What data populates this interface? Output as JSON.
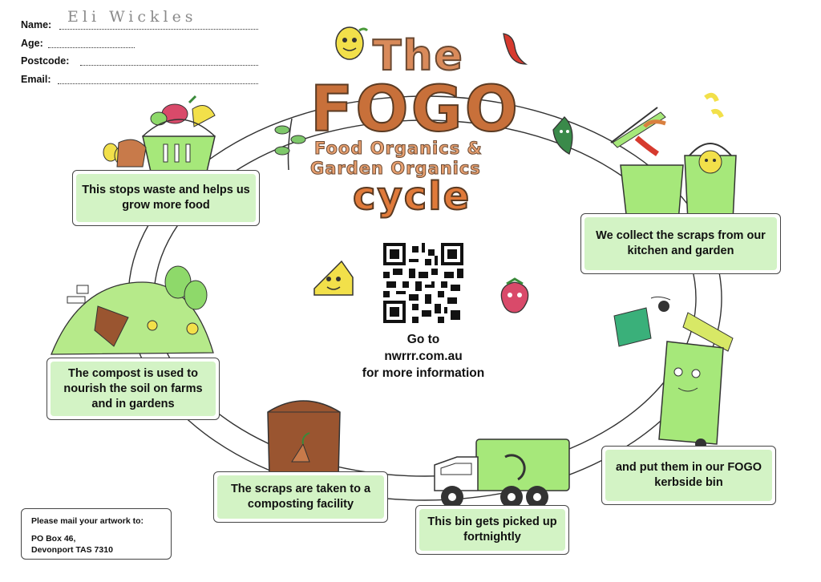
{
  "form": {
    "name_label": "Name:",
    "age_label": "Age:",
    "postcode_label": "Postcode:",
    "email_label": "Email:",
    "name_value": "Eli Wickles"
  },
  "title": {
    "line1": "The",
    "line2": "FOGO",
    "line3": "Food Organics &",
    "line4": "Garden Organics",
    "line5": "cycle"
  },
  "steps": [
    "This stops waste and helps us grow more food",
    "We collect the scraps from our kitchen and garden",
    "The compost is used to nourish the soil on farms and in gardens",
    "and put them in our FOGO kerbside bin",
    "The scraps are taken to a composting facility",
    "This bin gets picked up fortnightly"
  ],
  "info": {
    "goto_line1": "Go to",
    "goto_line2": "nwrrr.com.au",
    "goto_line3": "for more information"
  },
  "mail": {
    "title": "Please mail your artwork to:",
    "line1": "PO Box 46,",
    "line2": "Devonport TAS 7310"
  },
  "colors": {
    "green": "#8ed96a",
    "brown": "#9a5530",
    "orange": "#d9803f",
    "yellow": "#f2e04a",
    "red": "#d63a2e"
  }
}
